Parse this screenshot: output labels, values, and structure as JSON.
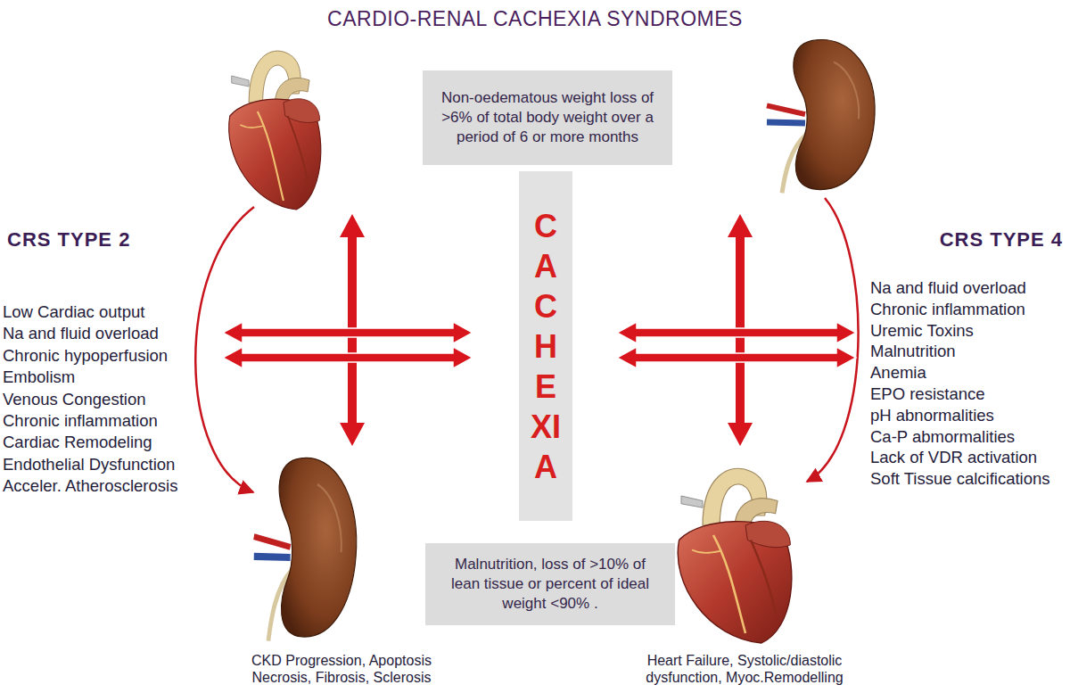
{
  "diagram": {
    "title": "CARDIO-RENAL CACHEXIA SYNDROMES",
    "nodes": [
      {
        "text": [
          "Non-oedematous weight loss of >6% of total body weight over a period of 6 or more months"
        ]
      },
      {
        "text": [
          "CACHEXIA"
        ]
      },
      {
        "text": [
          "Malnutrition, loss of >10% of lean tissue or percent of ideal weight <90% ."
        ]
      }
    ],
    "labels": [
      "CRS TYPE 2",
      "Low Cardiac output",
      "Na and fluid overload",
      "Chronic hypoperfusion",
      "Embolism",
      "Venous Congestion",
      "Chronic inflammation",
      "Cardiac Remodeling",
      "Endothelial Dysfunction",
      "Acceler. Atherosclerosis",
      "CRS TYPE 4",
      "Na and fluid overload",
      "Chronic inflammation",
      "Uremic Toxins",
      "Malnutrition",
      "Anemia",
      "EPO resistance",
      "pH abnormalities",
      "Ca-P abmormalities",
      "Lack of VDR activation",
      "Soft Tissue calcifications",
      "CKD Progression, Apoptosis Necrosis, Fibrosis, Sclerosis",
      "Heart Failure, Systolic/diastolic dysfunction, Myoc.Remodelling"
    ]
  }
}
